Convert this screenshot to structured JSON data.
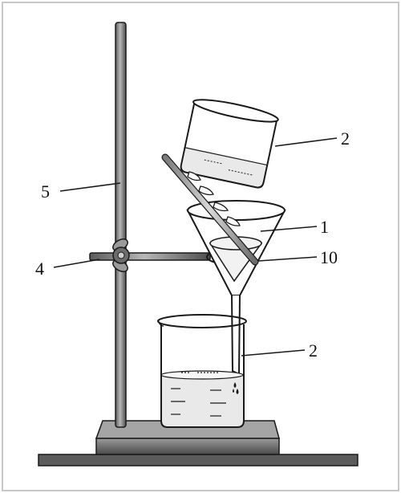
{
  "figure": {
    "description_labels": {
      "funnel": "1",
      "tilted_beaker": "2",
      "receiving_beaker": "2",
      "clamp": "4",
      "stand_rod": "5",
      "filter_paper": "10"
    }
  },
  "colors": {
    "line": "#1a1a1a",
    "rod_fill": "#8c8c8c",
    "base_fill": "#6e6e6e",
    "liquid_fill": "#e9e9e9",
    "border": "#c8c8c8"
  }
}
